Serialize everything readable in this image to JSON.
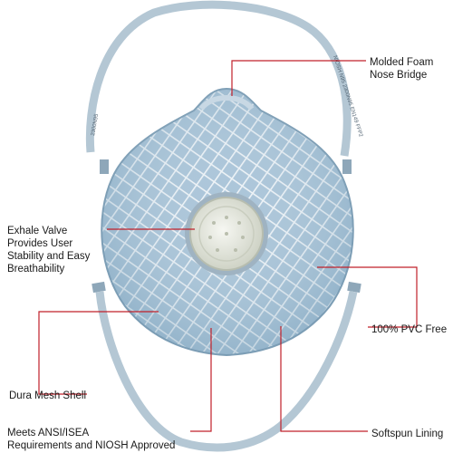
{
  "callouts": [
    {
      "id": "nose-bridge",
      "lines": [
        "Molded Foam",
        "Nose Bridge"
      ]
    },
    {
      "id": "exhale-valve",
      "lines": [
        "Exhale Valve",
        "Provides User",
        "Stability and Easy",
        "Breathability"
      ]
    },
    {
      "id": "pvc-free",
      "lines": [
        "100% PVC Free"
      ]
    },
    {
      "id": "dura-mesh",
      "lines": [
        "Dura Mesh Shell"
      ]
    },
    {
      "id": "softspun",
      "lines": [
        "Softspun Lining"
      ]
    },
    {
      "id": "ansi",
      "lines": [
        "Meets ANSI/ISEA",
        "Requirements and NIOSH Approved"
      ]
    }
  ],
  "strap_print": {
    "left": "2300N95",
    "right": "NIOSH N95 2300N95 EN149 FFP2"
  },
  "colors": {
    "leader": "#c0202a",
    "mask_shell": "#a9c4d8",
    "mesh": "#f1f5f8",
    "valve": "#e4e6de",
    "strap": "#b4c7d4"
  }
}
